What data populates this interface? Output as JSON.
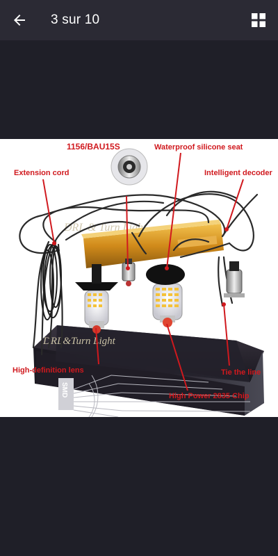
{
  "header": {
    "counter": "3 sur 10",
    "back_icon": "arrow-left-icon",
    "gallery_icon": "grid-icon"
  },
  "image": {
    "labels": {
      "socket": "1156/BAU15S",
      "seat": "Waterproof silicone seat",
      "extension": "Extension cord",
      "decoder": "Intelligent decoder",
      "lens": "High-definition lens",
      "tie": "Tie the line",
      "chip": "High Power 2835 Chip",
      "smd": "SMD"
    },
    "box_text": {
      "top": "DRL & Turn Light",
      "front": "DRL&Turn Light"
    },
    "label_color": "#d0191e"
  }
}
